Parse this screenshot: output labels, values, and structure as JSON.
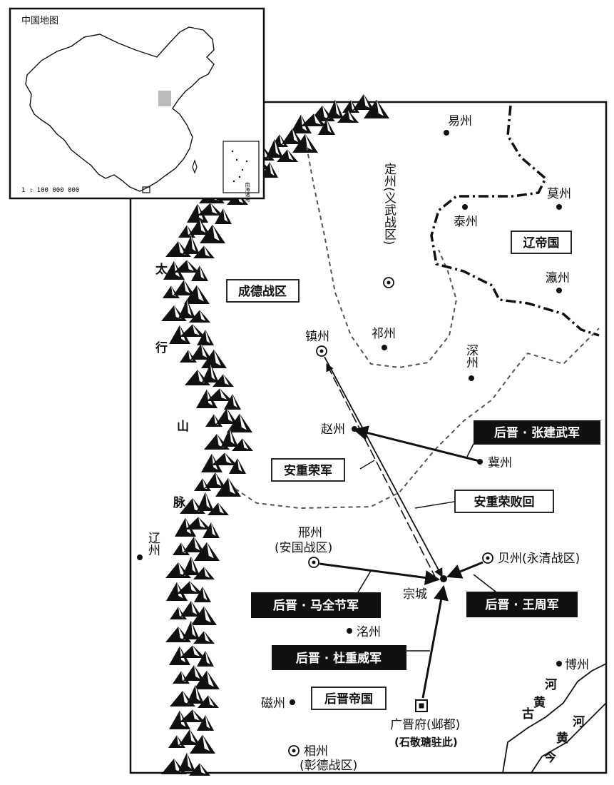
{
  "inset": {
    "title": "中国地图",
    "scale": "1 : 100 000 000",
    "south_sea_label": "南海诸岛"
  },
  "mountain_label": [
    "太",
    "行",
    "山",
    "脉"
  ],
  "boxed_labels": {
    "chengde": "成德战区",
    "liao": "辽帝国",
    "houjin_empire": "后晋帝国",
    "an_army": "安重荣军",
    "an_defeat": "安重荣败回"
  },
  "army_labels": {
    "zhang": "后晋 · 张建武军",
    "ma": "后晋 · 马全节军",
    "wang": "后晋 · 王周军",
    "du": "后晋 · 杜重威军"
  },
  "places": {
    "yizhou": "易州",
    "dingzhou": "定州(义武战区)",
    "taizhou": "泰州",
    "mozhou": "莫州",
    "yingzhou": "瀛州",
    "zhenzhou": "镇州",
    "qizhou": "祁州",
    "shenzhou": "深州",
    "zhaozhou": "赵州",
    "jizhou": "冀州",
    "liaozhou": "辽州",
    "xingzhou": "邢州",
    "xingzhou_zone": "(安国战区)",
    "beizhou": "贝州(永清战区)",
    "zongcheng": "宗城",
    "mingzhou": "洺州",
    "bozhou": "博州",
    "cizhou": "磁州",
    "guangjin": "广晋府(邺都)",
    "guangjin_note": "(石敬瑭驻此)",
    "xiangzhou": "相州",
    "xiangzhou_zone": "(彰德战区)"
  },
  "river_labels": {
    "ancient_yellow": [
      "河",
      "黄",
      "古"
    ],
    "modern_yellow": [
      "河",
      "黄",
      "今"
    ]
  },
  "colors": {
    "ink": "#111111",
    "boundary_dashed": "#555555",
    "inset_highlight": "#bbbbbb"
  }
}
